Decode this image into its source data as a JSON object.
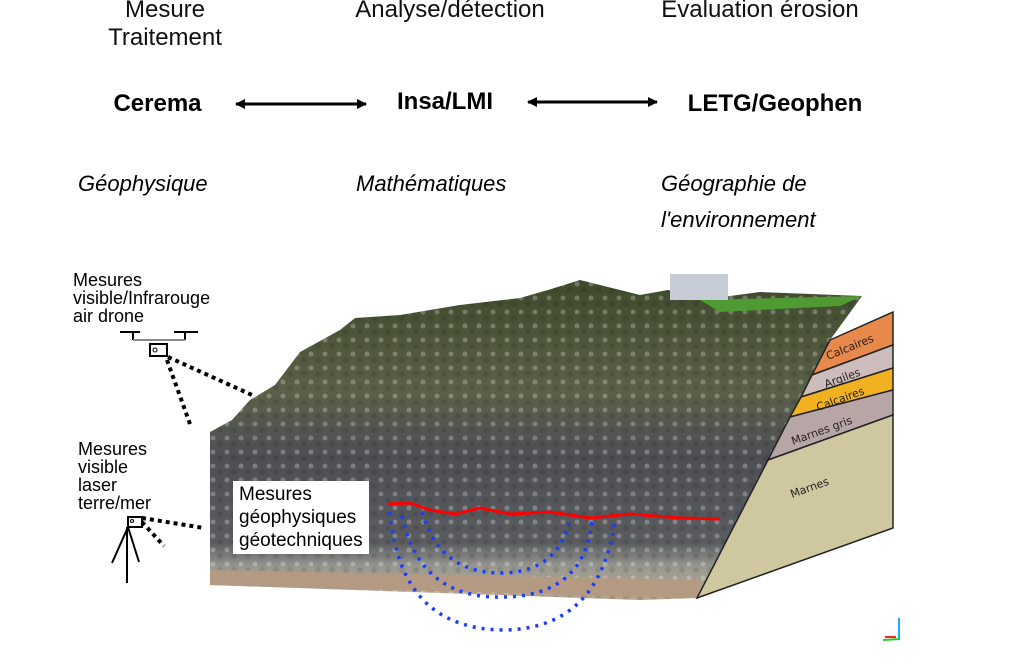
{
  "header": {
    "columns": [
      {
        "category": "Mesure\nTraitement",
        "category_lines": [
          "Mesure",
          "Traitement"
        ],
        "organisation": "Cerema",
        "field": "Géophysique"
      },
      {
        "category_lines": [
          "Analyse/détection"
        ],
        "organisation": "Insa/LMI",
        "field": "Mathématiques"
      },
      {
        "category_lines": [
          "Evaluation érosion"
        ],
        "organisation": "LETG/Geophen",
        "field_lines": [
          "Géographie de",
          "l'environnement"
        ]
      }
    ]
  },
  "labels": {
    "drone": [
      "Mesures",
      "visible/Infrarouge",
      "air drone"
    ],
    "laser": [
      "Mesures",
      "visible",
      "laser",
      "terre/mer"
    ],
    "geophysics": [
      "Mesures",
      "géophysiques",
      "géotechniques"
    ]
  },
  "geology_layers": [
    "Calcaires",
    "Argiles",
    "Calcaires",
    "Marnes gris",
    "Marnes"
  ],
  "colors": {
    "profile_line": "#ff0000",
    "arcs": "#1a3cff",
    "calcaires_top": "#e8884a",
    "argiles": "#cdbcbc",
    "calcaires_mid": "#f0b020",
    "marnes_gris": "#b8a6a6",
    "marnes": "#cfc7a0"
  }
}
